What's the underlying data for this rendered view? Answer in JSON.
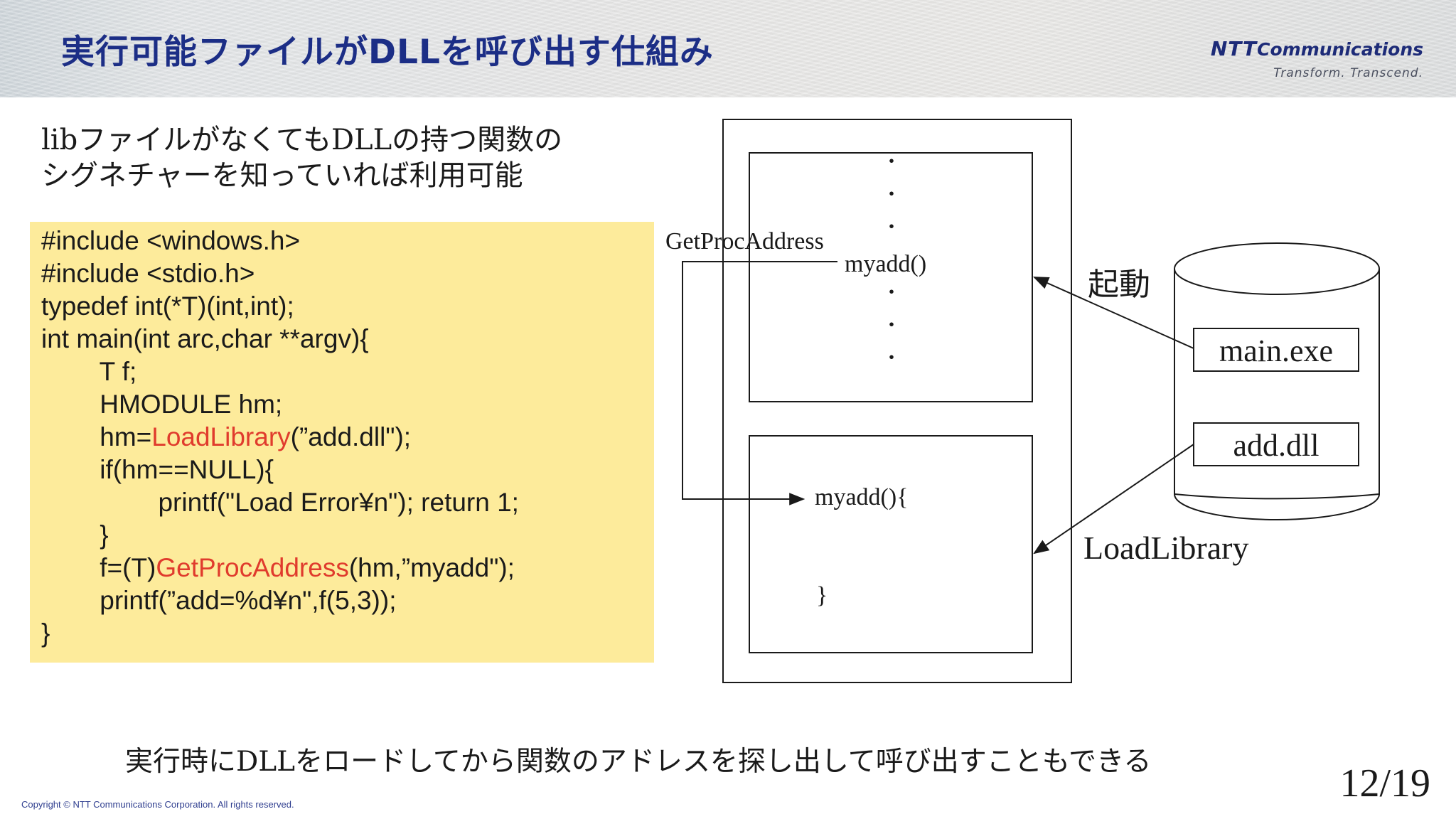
{
  "header": {
    "title": "実行可能ファイルがDLLを呼び出す仕組み",
    "logo_ntt": "NTT",
    "logo_communications": "Communications",
    "logo_tagline": "Transform. Transcend.",
    "title_color": "#1c2e86"
  },
  "intro": {
    "line1": "libファイルがなくてもDLLの持つ関数の",
    "line2": "シグネチャーを知っていれば利用可能"
  },
  "code": {
    "background_color": "#fdeb9b",
    "highlight_color": "#e03b2d",
    "lines": [
      {
        "text": "#include <windows.h>"
      },
      {
        "text": "#include <stdio.h>"
      },
      {
        "text": "typedef int(*T)(int,int);"
      },
      {
        "text": "int main(int arc,char **argv){"
      },
      {
        "text": "        T f;"
      },
      {
        "text": "        HMODULE hm;"
      },
      {
        "pre": "        hm=",
        "hl": "LoadLibrary",
        "post": "(”add.dll\");"
      },
      {
        "text": "        if(hm==NULL){"
      },
      {
        "text": "                printf(\"Load Error¥n\"); return 1;"
      },
      {
        "text": "        }"
      },
      {
        "pre": "        f=(T)",
        "hl": "GetProcAddress",
        "post": "(hm,”myadd\");"
      },
      {
        "text": "        printf(”add=%d¥n\",f(5,3));"
      },
      {
        "text": "}"
      }
    ]
  },
  "diagram": {
    "getprocaddress_label": "GetProcAddress",
    "exe_myadd_label": "myadd()",
    "dll_myadd_label": "myadd(){",
    "dll_close_brace": "}",
    "launch_label": "起動",
    "loadlibrary_label": "LoadLibrary",
    "disk_files": [
      "main.exe",
      "add.dll"
    ],
    "ellipsis_dot": "・"
  },
  "footer": {
    "bottom_text": "実行時にDLLをロードしてから関数のアドレスを探し出して呼び出すこともできる",
    "page_number": "12/19",
    "copyright": "Copyright © NTT Communications Corporation. All rights reserved."
  }
}
